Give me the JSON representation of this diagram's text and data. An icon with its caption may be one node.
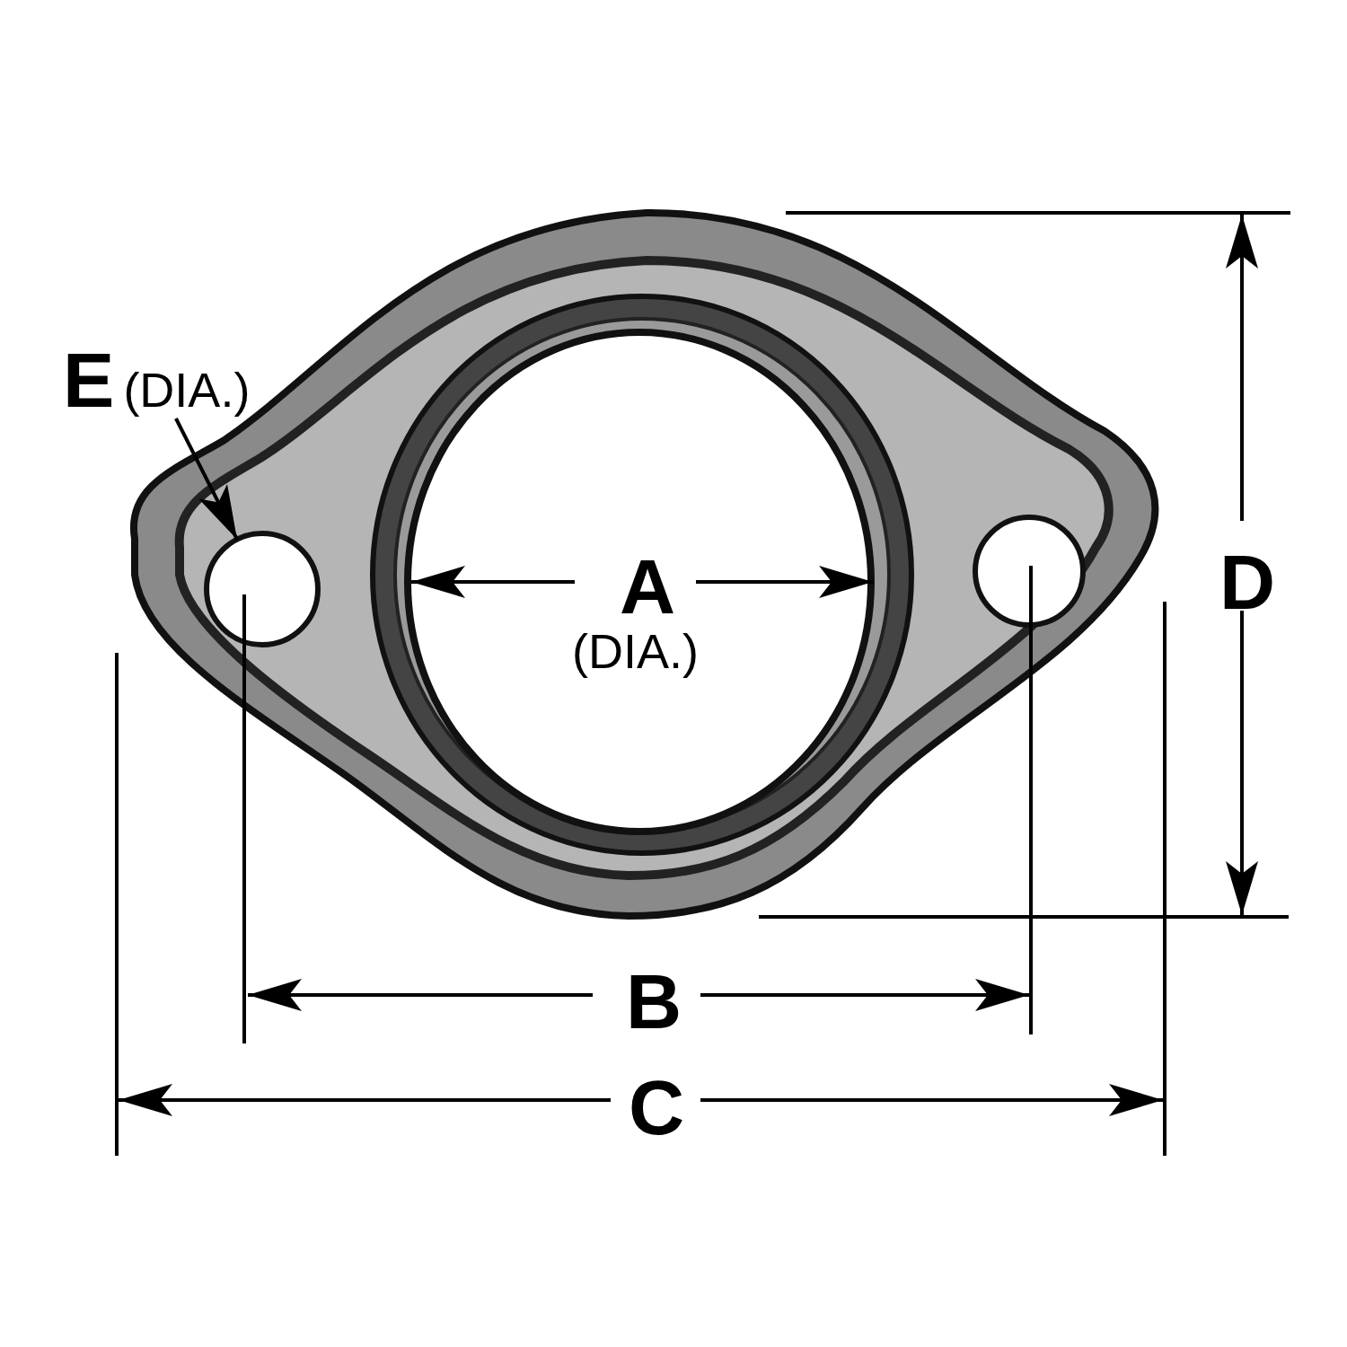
{
  "diagram": {
    "nodes": [
      {
        "text": [
          "E",
          "(DIA.)"
        ]
      },
      {
        "text": [],
        "shape": "circle"
      }
    ],
    "edges": [
      {
        "from": 0,
        "to": 1,
        "arrow": "to"
      }
    ],
    "labels": [
      "A",
      "(DIA.)",
      "B",
      "C",
      "D"
    ]
  }
}
